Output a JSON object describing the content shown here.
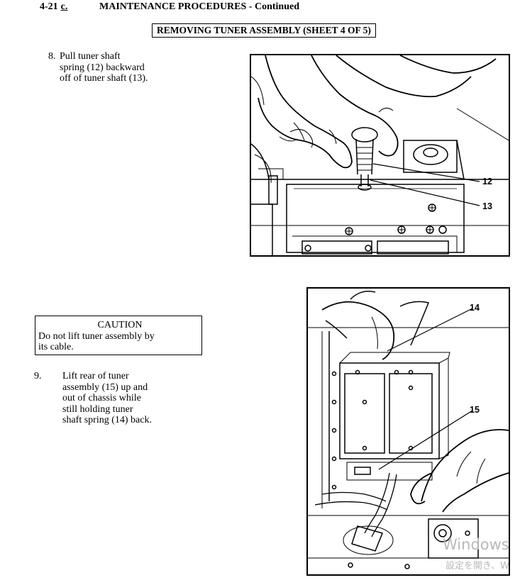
{
  "header": {
    "section_number": "4-21",
    "section_letter": "c.",
    "title": "MAINTENANCE PROCEDURES - Continued"
  },
  "sheet_title": "REMOVING TUNER ASSEMBLY (SHEET 4 OF 5)",
  "steps": [
    {
      "number": "8.",
      "lines": [
        "Pull tuner shaft",
        "spring (12) backward",
        "off of tuner shaft (13)."
      ]
    },
    {
      "number": "9.",
      "lines": [
        "Lift rear of tuner",
        "assembly (15) up and",
        "out of chassis while",
        "still holding tuner",
        "shaft spring (14) back."
      ]
    }
  ],
  "caution": {
    "title": "CAUTION",
    "lines": [
      "Do not lift tuner assembly by",
      "its cable."
    ]
  },
  "callouts": [
    "12",
    "13",
    "14",
    "15"
  ],
  "watermark": {
    "line1": "Windows",
    "line2": "設定を開き、W"
  }
}
